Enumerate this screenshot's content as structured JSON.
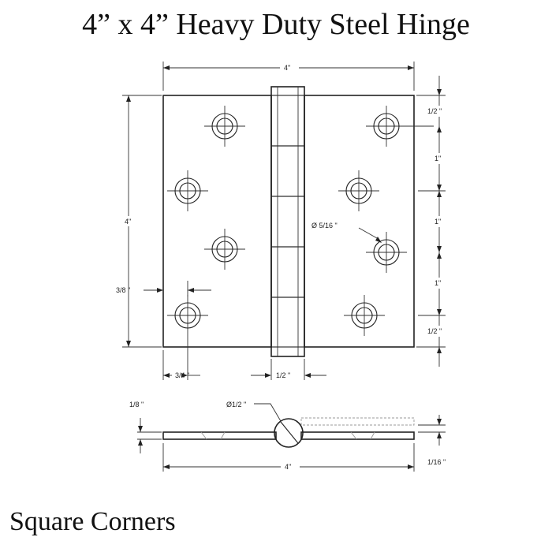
{
  "title": "4” x 4” Heavy Duty Steel Hinge",
  "caption": "Square Corners",
  "dimensions": {
    "overall_width": "4\"",
    "overall_height": "4\"",
    "top_margin": "1/2 \"",
    "hole_spacing_1": "1\"",
    "hole_spacing_2": "1\"",
    "hole_spacing_3": "1\"",
    "bottom_margin": "1/2 \"",
    "hole_diameter": "Ø 5/16 \"",
    "edge_offset_vertical": "3/8 \"",
    "edge_offset_horizontal": "3/4 \"",
    "knuckle_width": "1/2 \"",
    "side_view_width": "4\"",
    "side_thickness": "1/8 \"",
    "knuckle_diameter": "Ø1/2 \"",
    "leaf_thickness": "1/16 \""
  }
}
